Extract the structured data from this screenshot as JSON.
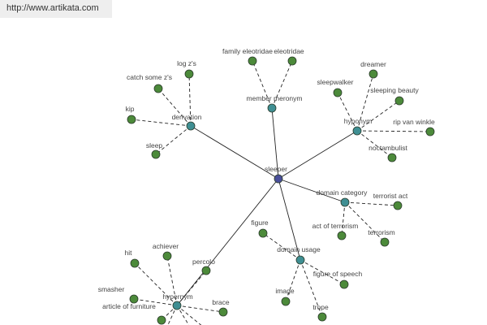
{
  "header": {
    "url": "http://www.artikata.com"
  },
  "colors": {
    "root": "#4a4f9a",
    "relation": "#3f8f93",
    "leaf": "#4c8a3a",
    "stroke": "#2b3b2b",
    "edge": "#222222"
  },
  "root": {
    "label": "sleeper"
  },
  "relations": [
    {
      "label": "derivation",
      "terms": [
        "log z's",
        "catch some z's",
        "kip",
        "sleep"
      ]
    },
    {
      "label": "member meronym",
      "terms": [
        "family eleotridae",
        "eleotridae"
      ]
    },
    {
      "label": "hyponym",
      "terms": [
        "sleepwalker",
        "dreamer",
        "sleeping beauty",
        "rip van winkle",
        "noctambulist"
      ]
    },
    {
      "label": "domain category",
      "terms": [
        "terrorist act",
        "act of terrorism",
        "terrorism"
      ]
    },
    {
      "label": "domain usage",
      "terms": [
        "figure",
        "figure of speech",
        "image",
        "trope"
      ]
    },
    {
      "label": "hypernym",
      "terms": [
        "hit",
        "achiever",
        "percolo",
        "smasher",
        "article of furniture",
        "brace"
      ]
    }
  ]
}
